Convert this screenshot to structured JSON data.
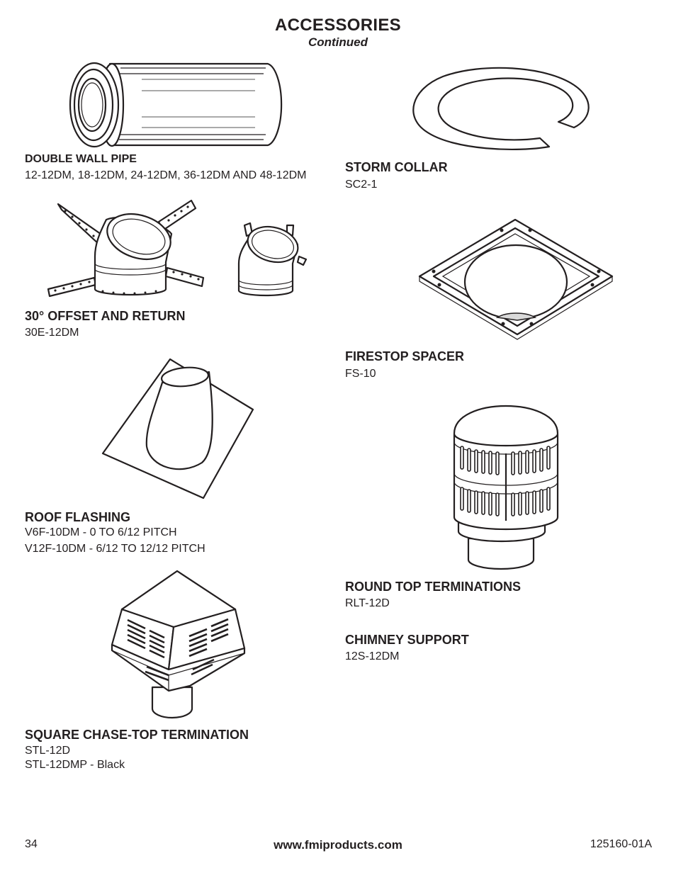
{
  "header": {
    "title": "ACCESSORIES",
    "subtitle": "Continued"
  },
  "items": {
    "double_wall_pipe": {
      "title": "DOUBLE WALL PIPE",
      "models": [
        "12-12DM, 18-12DM, 24-12DM, 36-12DM AND 48-12DM"
      ]
    },
    "storm_collar": {
      "title": "STORM COLLAR",
      "models": [
        "SC2-1"
      ]
    },
    "offset_return": {
      "title": "30° OFFSET AND RETURN",
      "models": [
        "30E-12DM"
      ]
    },
    "firestop_spacer": {
      "title": "FIRESTOP SPACER",
      "models": [
        "FS-10"
      ]
    },
    "roof_flashing": {
      "title": "ROOF FLASHING",
      "models": [
        "V6F-10DM - 0 TO 6/12 PITCH",
        "V12F-10DM - 6/12 TO 12/12 PITCH"
      ]
    },
    "round_top": {
      "title": "ROUND TOP TERMINATIONS",
      "models": [
        "RLT-12D"
      ]
    },
    "chimney_support": {
      "title": "CHIMNEY SUPPORT",
      "models": [
        "12S-12DM"
      ]
    },
    "square_chase": {
      "title": "SQUARE CHASE-TOP TERMINATION",
      "models": [
        "STL-12D",
        "STL-12DMP - Black"
      ]
    }
  },
  "footer": {
    "page_number": "34",
    "website": "www.fmiproducts.com",
    "doc_number": "125160-01A"
  }
}
